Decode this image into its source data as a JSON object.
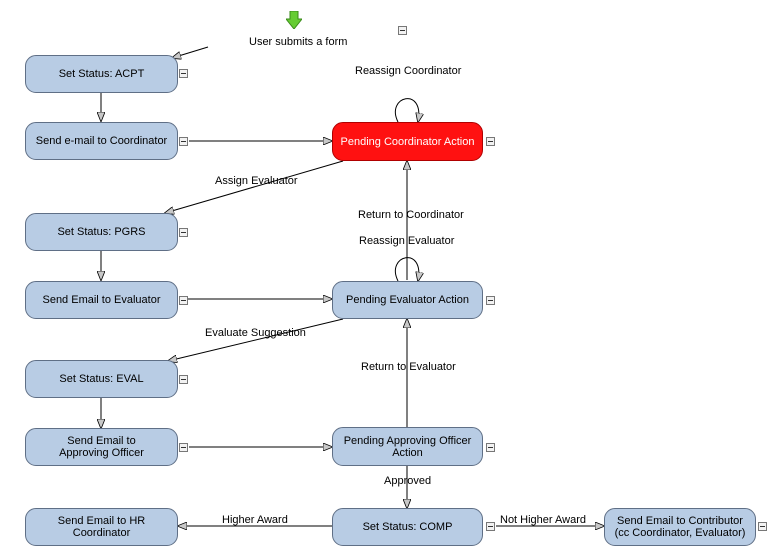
{
  "start": {
    "label": "User submits a form"
  },
  "nodes": {
    "set_status_acpt": "Set Status: ACPT",
    "send_email_coordinator": "Send e-mail to Coordinator",
    "pending_coordinator": "Pending Coordinator Action",
    "set_status_pgrs": "Set Status: PGRS",
    "send_email_evaluator": "Send Email to Evaluator",
    "pending_evaluator": "Pending Evaluator Action",
    "set_status_eval": "Set Status: EVAL",
    "send_email_approving_officer": "Send Email to Approving Officer",
    "pending_approving_officer": "Pending Approving Officer Action",
    "send_email_hr": "Send Email to HR Coordinator",
    "set_status_comp": "Set Status: COMP",
    "send_email_contributor": "Send Email to Contributor (cc Coordinator, Evaluator)"
  },
  "edges": {
    "reassign_coordinator": "Reassign Coordinator",
    "assign_evaluator": "Assign Evaluator",
    "return_to_coordinator": "Return to Coordinator",
    "reassign_evaluator": "Reassign Evaluator",
    "evaluate_suggestion": "Evaluate Suggestion",
    "return_to_evaluator": "Return to Evaluator",
    "approved": "Approved",
    "higher_award": "Higher Award",
    "not_higher_award": "Not Higher Award"
  },
  "colors": {
    "node_fill": "#b8cce4",
    "active_node_fill": "#ff1111",
    "start_arrow": "#66cc33",
    "edge": "#000000"
  },
  "icons": {
    "start": "green-down-arrow-icon",
    "collapse": "collapse-minus-icon"
  }
}
